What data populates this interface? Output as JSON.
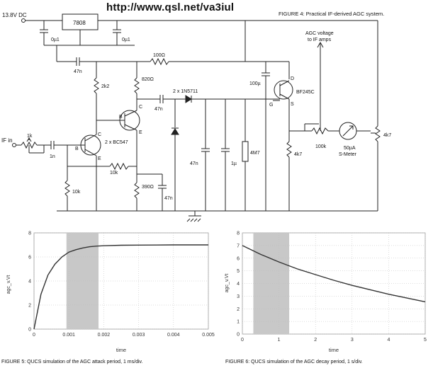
{
  "header": {
    "url": "http://www.qsl.net/va3iul",
    "figure4_title": "FIGURE 4: Practical IF-derived AGC system."
  },
  "schematic": {
    "supply": "13.8V DC",
    "regulator": "7808",
    "c_in": "0µ1",
    "c_out": "0µ1",
    "c_47n_top": "47n",
    "r_100": "100Ω",
    "c_100u": "100µ",
    "agc_out_1": "AGC voltage",
    "agc_out_2": "to IF amps",
    "r_820": "820Ω",
    "r_2k2": "2k2",
    "diodes": "2 x 1N5711",
    "c_47n_coupling": "47n",
    "fet": "BF245C",
    "fet_g": "G",
    "fet_d": "D",
    "fet_s": "S",
    "if_in": "IF in",
    "r_1k": "1k",
    "c_1n": "1n",
    "transistors": "2 x BC547",
    "pin_c": "C",
    "pin_b": "B",
    "pin_e": "E",
    "r_10k_fb": "10k",
    "r_10k_bias": "10k",
    "r_390": "390Ω",
    "c_47n_emitter": "47n",
    "c_47n_det": "47n",
    "c_1u": "1µ",
    "r_4m7": "4M7",
    "r_4k7_s": "4k7",
    "pot_100k": "100k",
    "meter_1": "50µA",
    "meter_2": "S-Meter",
    "pot_4k7": "4k7"
  },
  "charts": [
    {
      "ylabel": "agc_v.Vt",
      "xlabel": "time",
      "xticks": [
        "0",
        "0.001",
        "0.002",
        "0.003",
        "0.004",
        "0.005"
      ],
      "yticks": [
        "0",
        "2",
        "4",
        "6",
        "8"
      ],
      "caption": "FIGURE 5: QUCS simulation of the AGC attack period, 1 ms/div."
    },
    {
      "ylabel": "agc_v.Vt",
      "xlabel": "time",
      "xticks": [
        "0",
        "1",
        "2",
        "3",
        "4",
        "5"
      ],
      "yticks": [
        "0",
        "1",
        "2",
        "3",
        "4",
        "5",
        "6",
        "7",
        "8"
      ],
      "caption": "FIGURE 6: QUCS simulation of the AGC decay period, 1 s/div."
    }
  ],
  "chart_data": [
    {
      "type": "line",
      "xlabel": "time",
      "ylabel": "agc_v.Vt",
      "xlim": [
        0,
        0.005
      ],
      "ylim": [
        0,
        8
      ],
      "grid": true,
      "highlight_x": [
        0.00093,
        0.00185
      ],
      "x": [
        0,
        0.0002,
        0.0004,
        0.0006,
        0.0008,
        0.001,
        0.0012,
        0.0014,
        0.0016,
        0.0018,
        0.002,
        0.0025,
        0.003,
        0.0035,
        0.004,
        0.005
      ],
      "values": [
        0,
        2.9,
        4.5,
        5.4,
        6.0,
        6.4,
        6.6,
        6.75,
        6.85,
        6.9,
        6.93,
        6.97,
        6.98,
        6.99,
        7.0,
        7.0
      ]
    },
    {
      "type": "line",
      "xlabel": "time",
      "ylabel": "agc_v.Vt",
      "xlim": [
        0,
        5
      ],
      "ylim": [
        0,
        8
      ],
      "grid": true,
      "highlight_x": [
        0.3,
        1.28
      ],
      "x": [
        0,
        0.5,
        1,
        1.5,
        2,
        2.5,
        3,
        3.5,
        4,
        4.5,
        5
      ],
      "values": [
        7.0,
        6.3,
        5.7,
        5.15,
        4.7,
        4.25,
        3.85,
        3.5,
        3.15,
        2.85,
        2.55
      ]
    }
  ]
}
